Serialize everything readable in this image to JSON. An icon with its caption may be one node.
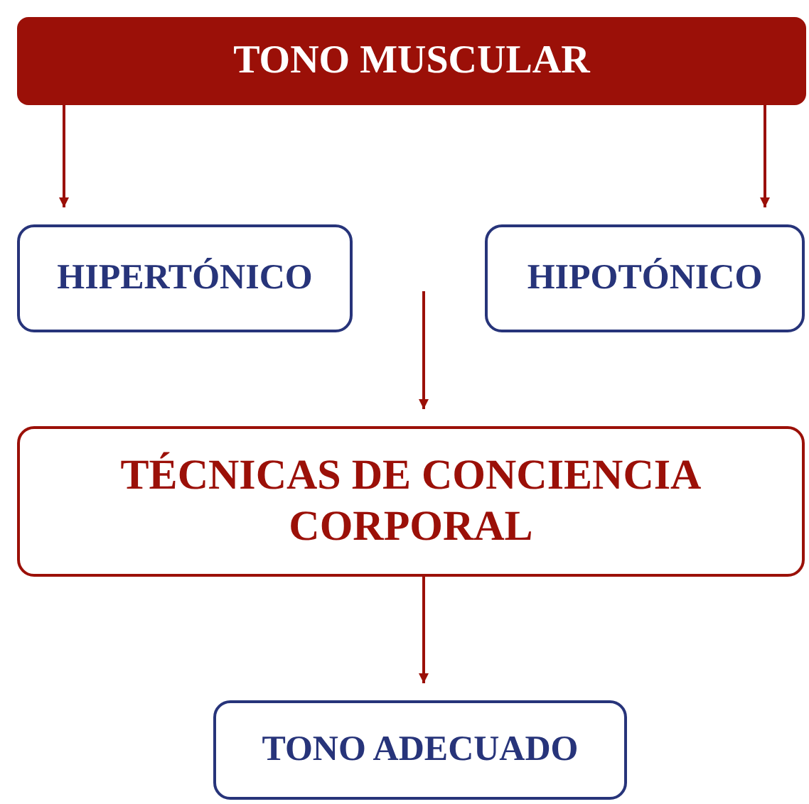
{
  "diagram": {
    "nodes": [
      {
        "text": [
          "TONO MUSCULAR"
        ]
      },
      {
        "text": [
          "HIPERTÓNICO"
        ]
      },
      {
        "text": [
          "HIPOTÓNICO"
        ]
      },
      {
        "text": [
          "TÉCNICAS DE CONCIENCIA CORPORAL"
        ]
      },
      {
        "text": [
          "TONO ADECUADO"
        ]
      }
    ],
    "edges": [
      {
        "from": 0,
        "to": 1,
        "arrow": "to"
      },
      {
        "from": 0,
        "to": 2,
        "arrow": "to"
      },
      {
        "from": null,
        "to": 3,
        "arrow": "to"
      },
      {
        "from": 3,
        "to": 4,
        "arrow": "to"
      }
    ]
  }
}
